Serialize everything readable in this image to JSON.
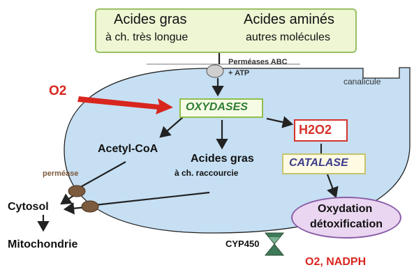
{
  "top_box": {
    "left_line1": "Acides gras",
    "left_line2": "à ch. très longue",
    "right_line1": "Acides aminés",
    "right_line2": "autres molécules"
  },
  "transport": {
    "line1": "Perméases ABC",
    "line2": "+ ATP"
  },
  "canalicule": "canalicule",
  "o2": "O2",
  "oxydases": "OXYDASES",
  "h2o2": "H2O2",
  "catalase": "CATALASE",
  "acetyl_coa": "Acetyl-CoA",
  "acides_gras_short": {
    "line1": "Acides gras",
    "line2": "à ch. raccourcie"
  },
  "permease": "perméase",
  "cytosol": "Cytosol",
  "mitochondrie": "Mitochondrie",
  "oxydation": {
    "line1": "Oxydation",
    "line2": "détoxification"
  },
  "cyp450": "CYP450",
  "cofactors": "O2, NADPH",
  "colors": {
    "cell_fill": "#c6dff3",
    "top_box_fill": "#eef6d4",
    "top_box_border": "#98c062",
    "oxydases_border": "#8fbf4a",
    "oxydases_fill": "#f6fbe6",
    "h2o2_red": "#d6312a",
    "catalase_border": "#c7c36a",
    "catalase_fill": "#fffbe3",
    "oxidation_fill": "#ead6f1",
    "oxidation_border": "#8a5ea7",
    "red_accent": "#d8261f",
    "permease_brown": "#7b5a3d"
  }
}
